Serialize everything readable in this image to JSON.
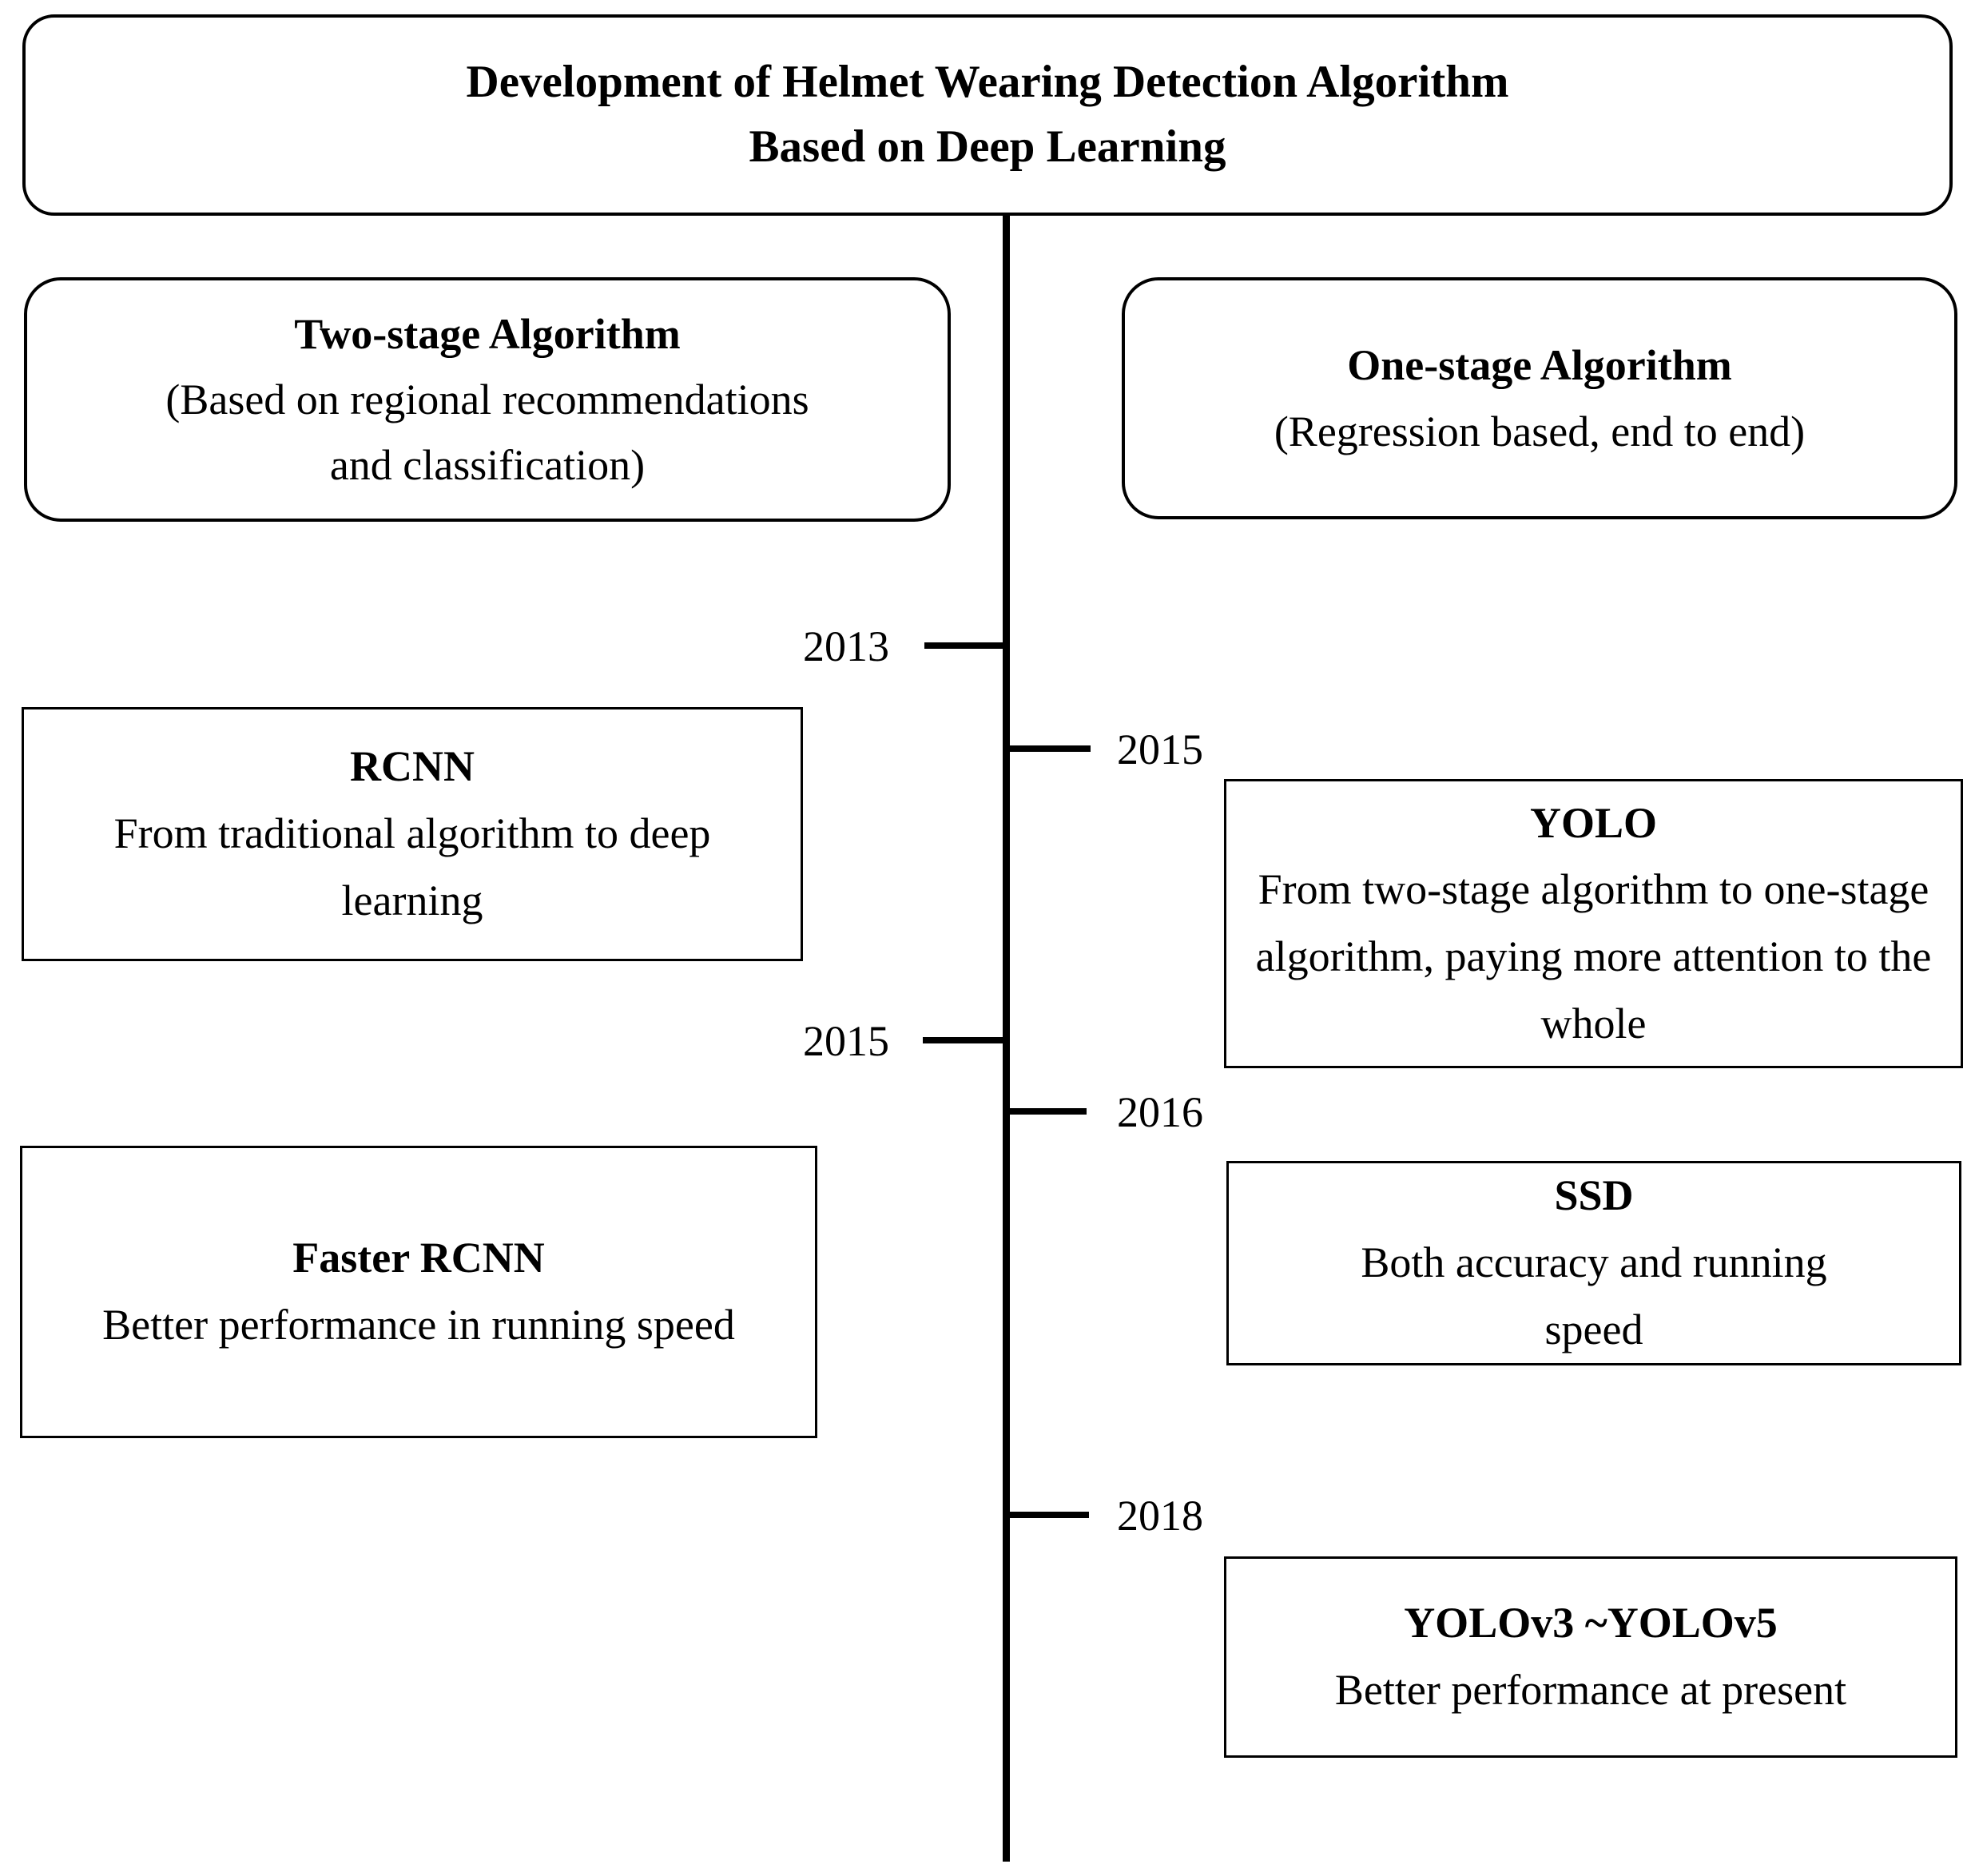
{
  "figure": {
    "title_line1": "Development of Helmet Wearing Detection Algorithm",
    "title_line2": "Based on Deep Learning"
  },
  "branch_boxes": {
    "two_stage": {
      "heading": "Two-stage Algorithm",
      "subtitle_line1": "(Based on regional recommendations",
      "subtitle_line2": "and classification)"
    },
    "one_stage": {
      "heading": "One-stage Algorithm",
      "subtitle": "(Regression based, end to end)"
    }
  },
  "timeline": {
    "ticks": {
      "left_2013": "2013",
      "left_2015": "2015",
      "right_2015": "2015",
      "right_2016": "2016",
      "right_2018": "2018"
    }
  },
  "algorithm_boxes": {
    "rcnn": {
      "heading": "RCNN",
      "description": "From traditional algorithm to deep learning"
    },
    "faster_rcnn": {
      "heading": "Faster RCNN",
      "description": "Better performance in running speed"
    },
    "yolo": {
      "heading": "YOLO",
      "description": "From two-stage algorithm to one-stage algorithm, paying more attention to the whole"
    },
    "ssd": {
      "heading": "SSD",
      "description": "Both accuracy and running speed"
    },
    "yolo_v3_v5": {
      "heading": "YOLOv3 ~YOLOv5",
      "description": "Better performance at present"
    }
  },
  "colors": {
    "ink": "#000000",
    "background": "#ffffff"
  }
}
